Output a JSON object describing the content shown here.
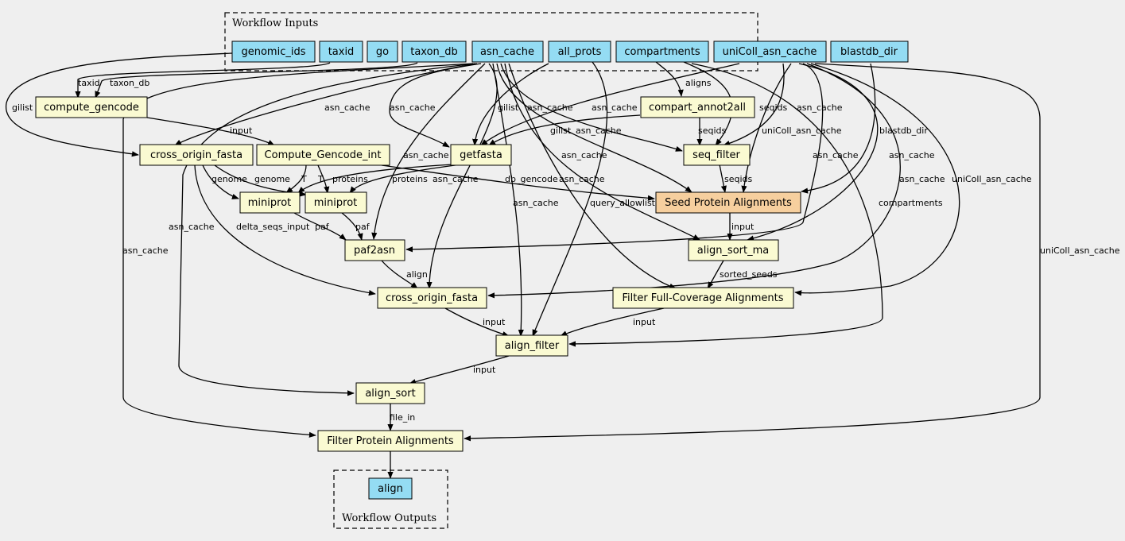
{
  "colors": {
    "background": "#efefef",
    "io_fill": "#94dcf3",
    "step_fill": "#fafad2",
    "highlight_fill": "#f6cf9e"
  },
  "clusters": {
    "inputs_title": "Workflow Inputs",
    "outputs_title": "Workflow Outputs"
  },
  "nodes": {
    "genomic_ids": "genomic_ids",
    "taxid": "taxid",
    "go": "go",
    "taxon_db": "taxon_db",
    "asn_cache": "asn_cache",
    "all_prots": "all_prots",
    "compartments": "compartments",
    "uniColl_asn_cache": "uniColl_asn_cache",
    "blastdb_dir": "blastdb_dir",
    "compute_gencode": "compute_gencode",
    "compart_annot2all": "compart_annot2all",
    "cross_origin_fasta_1": "cross_origin_fasta",
    "compute_gencode_int": "Compute_Gencode_int",
    "getfasta": "getfasta",
    "seq_filter": "seq_filter",
    "miniprot_1": "miniprot",
    "miniprot_2": "miniprot",
    "seed_protein_alignments": "Seed Protein Alignments",
    "paf2asn": "paf2asn",
    "align_sort_ma": "align_sort_ma",
    "cross_origin_fasta_2": "cross_origin_fasta",
    "filter_full_coverage": "Filter Full-Coverage Alignments",
    "align_filter": "align_filter",
    "align_sort": "align_sort",
    "filter_protein_alignments": "Filter Protein Alignments",
    "align": "align"
  },
  "edge_labels": {
    "taxid": "taxid",
    "taxon_db": "taxon_db",
    "gilist_1": "gilist",
    "asn_cache_1": "asn_cache",
    "asn_cache_2": "asn_cache",
    "gilist_2": "gilist",
    "asn_cache_3": "asn_cache",
    "asn_cache_4": "asn_cache",
    "aligns": "aligns",
    "seqids_1": "seqids",
    "asn_cache_5": "asn_cache",
    "input_1": "input",
    "gilist_3": "gilist",
    "asn_cache_6": "asn_cache",
    "uniColl_asn_cache_1": "uniColl_asn_cache",
    "blastdb_dir": "blastdb_dir",
    "seqids_2": "seqids",
    "asn_cache_7": "asn_cache",
    "asn_cache_8": "asn_cache",
    "asn_cache_9": "asn_cache",
    "genome_1": "genome",
    "genome_2": "genome",
    "t_1": "T",
    "t_2": "T",
    "proteins_1": "proteins",
    "proteins_2": "proteins",
    "asn_cache_10": "asn_cache",
    "db_gencode": "db_gencode",
    "asn_cache_11": "asn_cache",
    "seqids_3": "seqids",
    "asn_cache_12": "asn_cache",
    "uniColl_asn_cache_2": "uniColl_asn_cache",
    "asn_cache_13": "asn_cache",
    "query_allowlist": "query_allowlist",
    "compartments": "compartments",
    "asn_cache_14": "asn_cache",
    "delta_seqs_input": "delta_seqs_input",
    "paf_1": "paf",
    "paf_2": "paf",
    "input_2": "input",
    "asn_cache_15": "asn_cache",
    "uniColl_asn_cache_3": "uniColl_asn_cache",
    "align": "align",
    "sorted_seeds": "sorted_seeds",
    "input_3": "input",
    "input_4": "input",
    "input_5": "input",
    "file_in": "file_in"
  }
}
